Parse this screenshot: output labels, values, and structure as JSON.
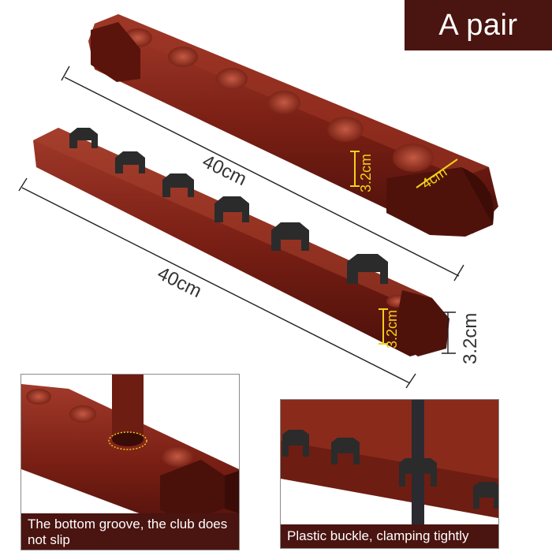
{
  "badge": {
    "text": "A pair"
  },
  "dimensions": {
    "top_length": "40cm",
    "bottom_length": "40cm",
    "top_height": "3.2cm",
    "top_width": "4cm",
    "bottom_height": "3.2cm",
    "side_height": "3.2cm"
  },
  "captions": {
    "left": "The bottom groove, the club does not slip",
    "right": "Plastic buckle, clamping tightly"
  },
  "colors": {
    "wood": "#7a1f14",
    "wood_dark": "#4a100a",
    "clip": "#2b2b2b",
    "badge_bg": "#4a1410",
    "accent_yellow": "#f2d11a"
  }
}
